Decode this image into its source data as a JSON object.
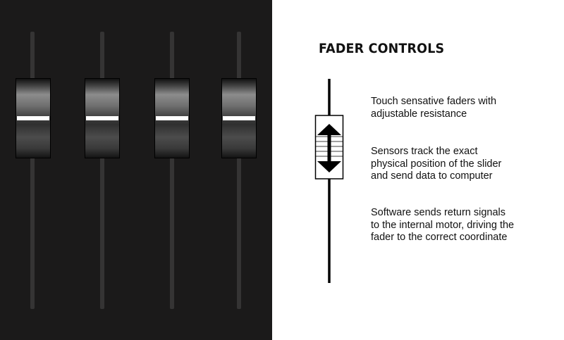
{
  "title": "FADER CONTROLS",
  "faders": [
    {
      "name": "fader-1",
      "level": 0.75
    },
    {
      "name": "fader-2",
      "level": 0.75
    },
    {
      "name": "fader-3",
      "level": 0.75
    },
    {
      "name": "fader-4",
      "level": 0.75
    }
  ],
  "descriptions": [
    "Touch sensative faders with\nadjustable resistance",
    "Sensors track the exact\nphysical position of the slider\nand send data to computer",
    "Software sends return signals\nto the internal motor, driving the\nfader to the correct coordinate"
  ],
  "icons": [
    "double-arrow-icon"
  ],
  "colors": {
    "panel": "#1b1a1a",
    "track": "#353434",
    "indicator": "#ffffff",
    "text": "#111111"
  }
}
